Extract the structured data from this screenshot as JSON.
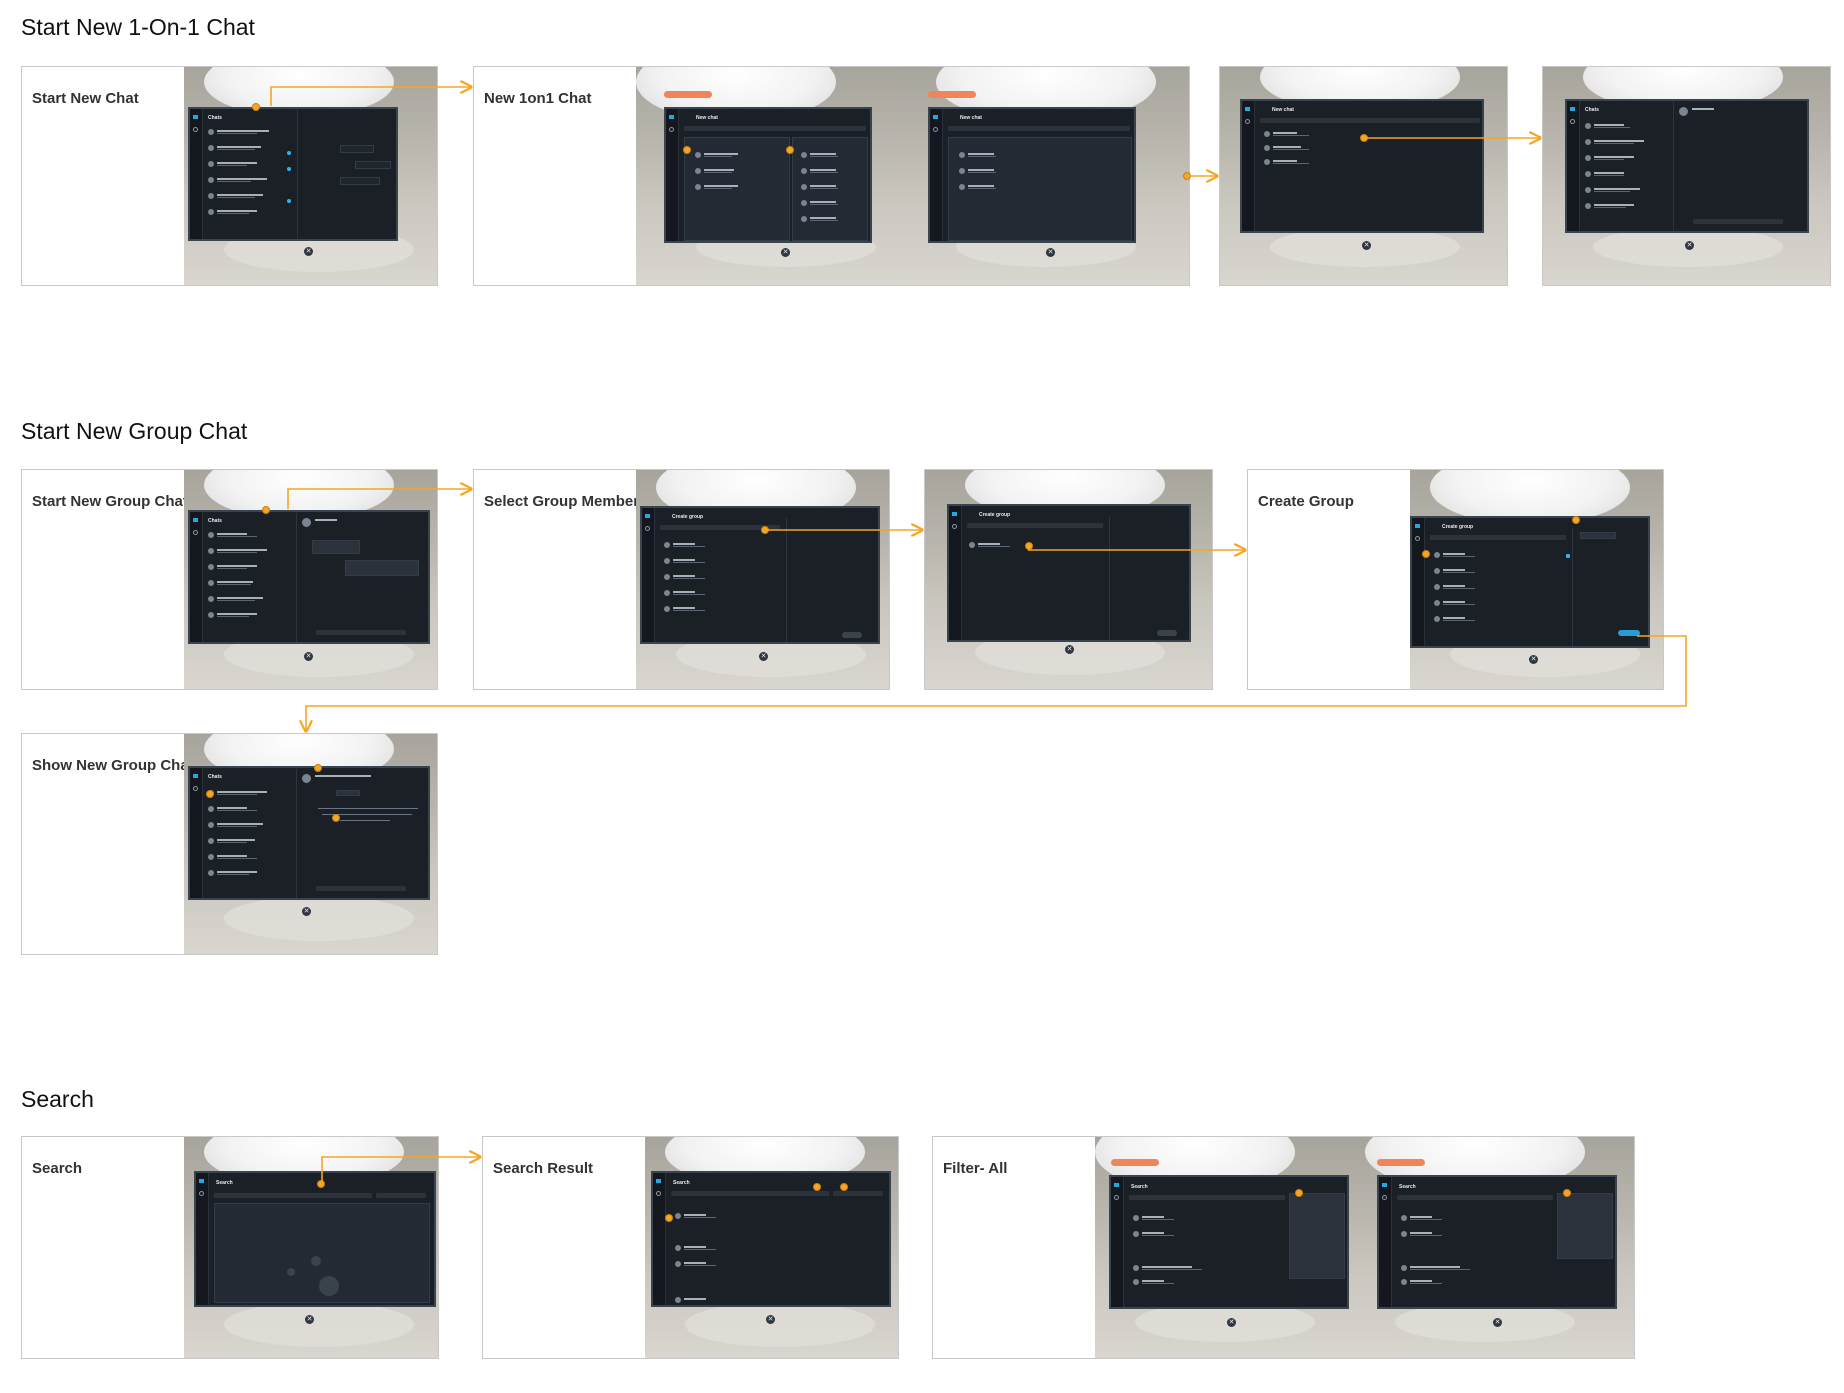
{
  "sections": {
    "one_on_one": {
      "title": "Start New 1-On-1 Chat",
      "steps": [
        {
          "label": "Start New Chat"
        },
        {
          "label": "New 1on1 Chat"
        }
      ]
    },
    "group": {
      "title": "Start New Group Chat",
      "steps": [
        {
          "label": "Start New Group Chat"
        },
        {
          "label": "Select Group Member"
        },
        {
          "label": "Create Group"
        },
        {
          "label": "Show New Group Chat Added Info"
        }
      ]
    },
    "search": {
      "title": "Search",
      "steps": [
        {
          "label": "Search"
        },
        {
          "label": "Search Result"
        },
        {
          "label": "Filter- All"
        }
      ]
    }
  },
  "ui": {
    "chats": "Chats",
    "new_chat": "New chat",
    "create_group": "Create group",
    "search": "Search",
    "close": "✕"
  },
  "colors": {
    "accent_arrow": "#f5a623",
    "panel_bg": "#1b2027",
    "ui_blue": "#23a8e0",
    "badge": "#f0845a"
  }
}
